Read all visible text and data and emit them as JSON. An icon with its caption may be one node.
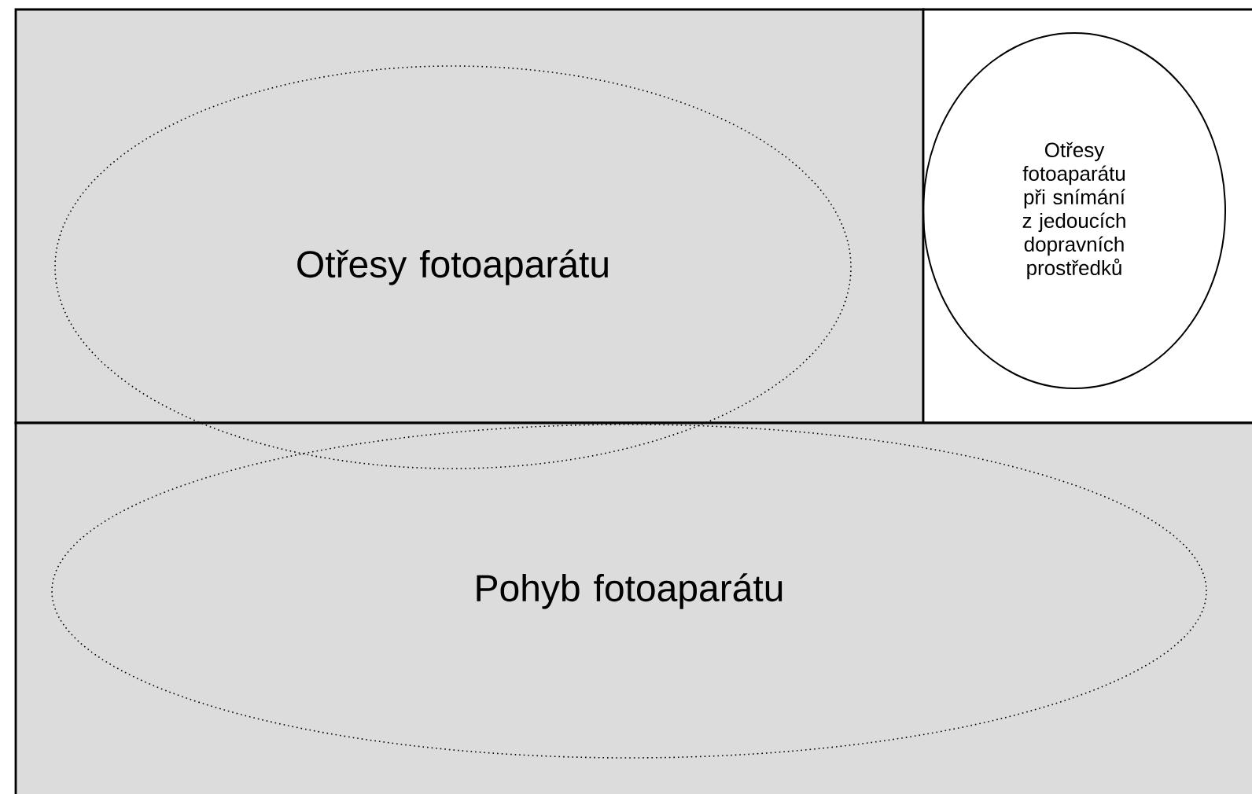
{
  "diagram": {
    "nodes": [
      {
        "text": [],
        "shape": "box"
      },
      {
        "text": [
          "Otřesy fotoaparátu"
        ]
      },
      {
        "text": [],
        "shape": "box"
      },
      {
        "text": [
          "Otřesy fotoaparátu při snímání z jedoucích dopravních prostředků"
        ],
        "in": 2
      },
      {
        "text": [],
        "shape": "box"
      },
      {
        "text": [
          "Pohyb fotoaparátu"
        ],
        "in": 4
      }
    ]
  }
}
